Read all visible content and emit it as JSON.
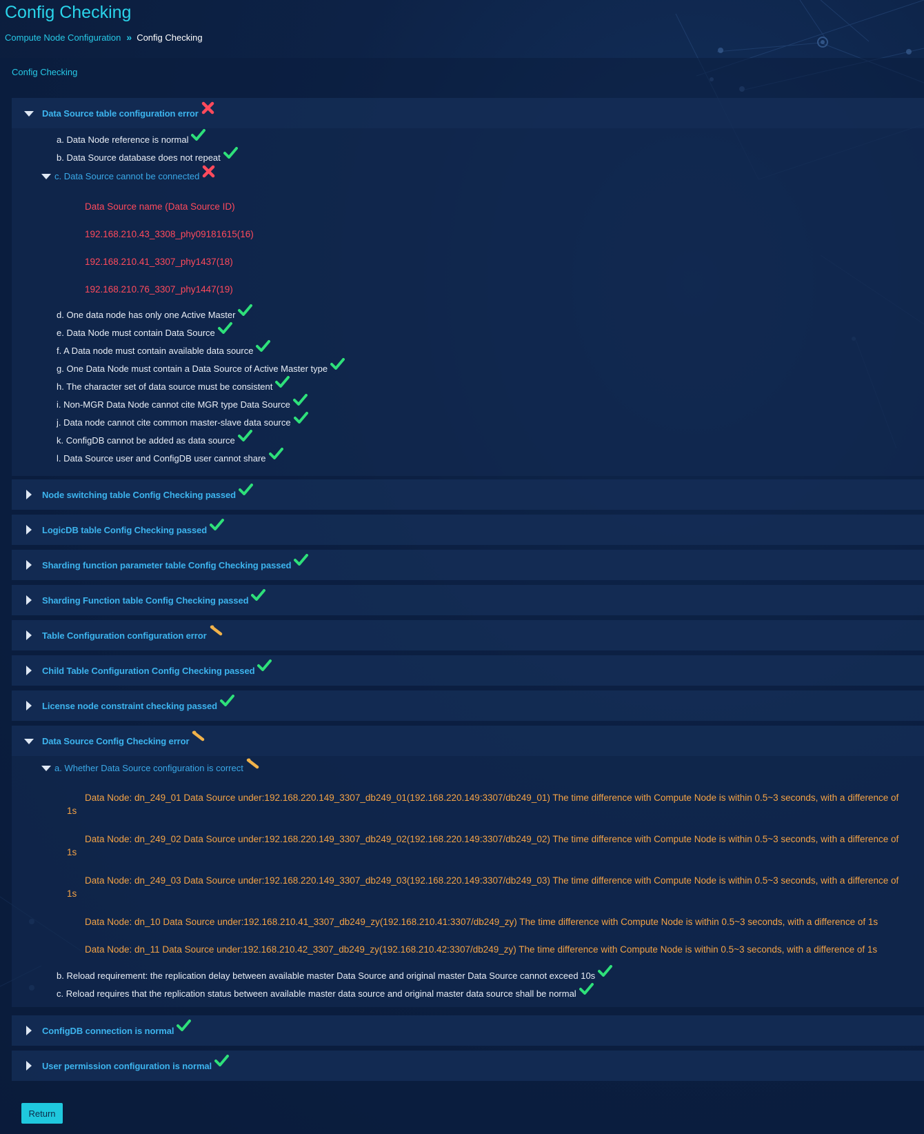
{
  "page": {
    "title": "Config Checking",
    "breadcrumb": {
      "parent": "Compute Node Configuration",
      "separator": "»",
      "current": "Config Checking"
    },
    "panel_title": "Config Checking",
    "return_label": "Return"
  },
  "colors": {
    "accent": "#27c9e6",
    "section_label": "#3db4ee",
    "pass": "#2ee07a",
    "error": "#ff4a5c",
    "warning": "#f0b24a"
  },
  "icons": {
    "pass": "check-icon",
    "error": "cross-icon",
    "warning": "warning-icon"
  },
  "sections": [
    {
      "label": "Data Source table configuration error",
      "status": "error",
      "expanded": true,
      "items": [
        {
          "label": "a. Data Node reference is normal",
          "status": "pass"
        },
        {
          "label": "b. Data Source database does not repeat",
          "status": "pass"
        },
        {
          "label": "c. Data Source cannot be connected",
          "status": "error",
          "expanded": true,
          "details": [
            "Data Source name (Data Source ID)",
            "192.168.210.43_3308_phy09181615(16)",
            "192.168.210.41_3307_phy1437(18)",
            "192.168.210.76_3307_phy1447(19)"
          ]
        },
        {
          "label": "d. One data node has only one Active Master",
          "status": "pass"
        },
        {
          "label": "e. Data Node must contain Data Source",
          "status": "pass"
        },
        {
          "label": "f. A Data node must contain available data source",
          "status": "pass"
        },
        {
          "label": "g. One Data Node must contain a Data Source of Active Master type",
          "status": "pass"
        },
        {
          "label": "h. The character set of data source must be consistent",
          "status": "pass"
        },
        {
          "label": "i. Non-MGR Data Node cannot cite MGR type Data Source",
          "status": "pass"
        },
        {
          "label": "j. Data node cannot cite common master-slave data source",
          "status": "pass"
        },
        {
          "label": "k. ConfigDB cannot be added as data source",
          "status": "pass"
        },
        {
          "label": "l. Data Source user and ConfigDB user cannot share",
          "status": "pass"
        }
      ]
    },
    {
      "label": "Node switching table Config Checking passed",
      "status": "pass",
      "expanded": false
    },
    {
      "label": "LogicDB table Config Checking passed",
      "status": "pass",
      "expanded": false
    },
    {
      "label": "Sharding function parameter table Config Checking passed",
      "status": "pass",
      "expanded": false
    },
    {
      "label": "Sharding Function table Config Checking passed",
      "status": "pass",
      "expanded": false
    },
    {
      "label": "Table Configuration configuration error",
      "status": "warning",
      "expanded": false
    },
    {
      "label": "Child Table Configuration Config Checking passed",
      "status": "pass",
      "expanded": false
    },
    {
      "label": "License node constraint checking passed",
      "status": "pass",
      "expanded": false
    },
    {
      "label": "Data Source Config Checking error",
      "status": "warning",
      "expanded": true,
      "items": [
        {
          "label": "a. Whether Data Source configuration is correct",
          "status": "warning",
          "expanded": true,
          "details": [
            "Data Node: dn_249_01 Data Source under:192.168.220.149_3307_db249_01(192.168.220.149:3307/db249_01) The time difference with Compute Node is within 0.5~3 seconds, with a difference of 1s",
            "Data Node: dn_249_02 Data Source under:192.168.220.149_3307_db249_02(192.168.220.149:3307/db249_02) The time difference with Compute Node is within 0.5~3 seconds, with a difference of 1s",
            "Data Node: dn_249_03 Data Source under:192.168.220.149_3307_db249_03(192.168.220.149:3307/db249_03) The time difference with Compute Node is within 0.5~3 seconds, with a difference of 1s",
            "Data Node: dn_10 Data Source under:192.168.210.41_3307_db249_zy(192.168.210.41:3307/db249_zy) The time difference with Compute Node is within 0.5~3 seconds, with a difference of 1s",
            "Data Node: dn_11 Data Source under:192.168.210.42_3307_db249_zy(192.168.210.42:3307/db249_zy) The time difference with Compute Node is within 0.5~3 seconds, with a difference of 1s"
          ]
        },
        {
          "label": "b. Reload requirement: the replication delay between available master Data Source and original master Data Source cannot exceed 10s",
          "status": "pass"
        },
        {
          "label": "c. Reload requires that the replication status between available master data source and original master data source shall be normal",
          "status": "pass"
        }
      ]
    },
    {
      "label": "ConfigDB connection is normal",
      "status": "pass",
      "expanded": false
    },
    {
      "label": "User permission configuration is normal",
      "status": "pass",
      "expanded": false
    }
  ]
}
